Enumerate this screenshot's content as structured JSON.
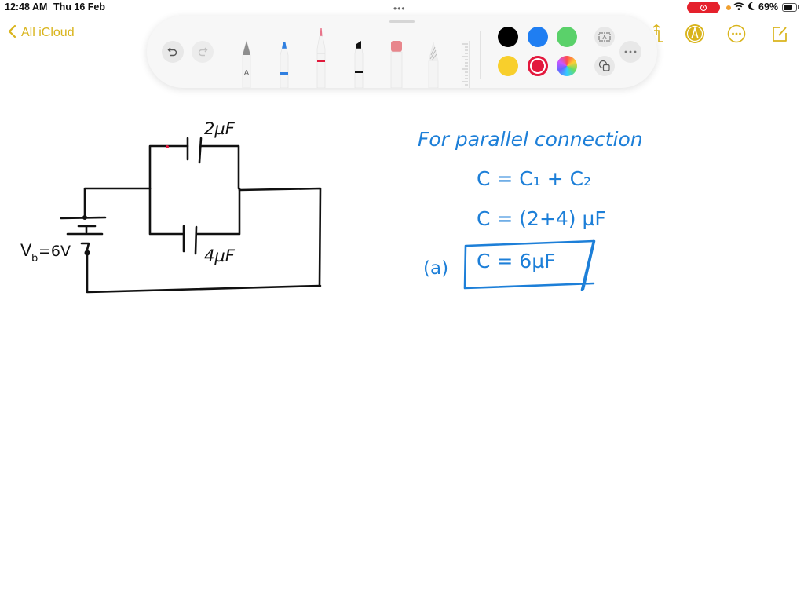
{
  "status_bar": {
    "time": "12:48 AM",
    "date": "Thu 16 Feb",
    "battery_percent": "69%",
    "multitask_indicator": "•••",
    "icons": [
      "screen-record-icon",
      "orange-privacy-dot",
      "wifi-icon",
      "moon-icon",
      "battery-icon"
    ]
  },
  "nav": {
    "back_label": "All iCloud",
    "back_icon": "chevron-left-icon",
    "right_icons": [
      "share-icon",
      "markup-pen-icon",
      "more-icon",
      "compose-icon"
    ],
    "accent_color": "#d9b41c"
  },
  "toolbar": {
    "undo_icon": "undo-icon",
    "redo_icon": "redo-icon",
    "tools": [
      {
        "name": "pen",
        "label": "A",
        "band_color": ""
      },
      {
        "name": "marker-blue",
        "band_color": "#2f7fe0"
      },
      {
        "name": "fineliner-red",
        "band_color": "#e01a3c"
      },
      {
        "name": "highlighter-black",
        "band_color": "#111111"
      },
      {
        "name": "eraser",
        "band_color": "#e8868c"
      },
      {
        "name": "pencil",
        "band_color": ""
      },
      {
        "name": "ruler",
        "band_color": ""
      }
    ],
    "colors": [
      {
        "name": "black",
        "hex": "#000000"
      },
      {
        "name": "blue",
        "hex": "#1f7ef2"
      },
      {
        "name": "green",
        "hex": "#5ad16a"
      },
      {
        "name": "yellow",
        "hex": "#f8cf2c"
      },
      {
        "name": "red",
        "hex": "#e3183d",
        "selected": true
      },
      {
        "name": "multicolor",
        "hex": "conic"
      }
    ],
    "text_box_icon": "text-box-icon",
    "shapes_icon": "shapes-icon",
    "more_icon": "more-icon"
  },
  "drawing": {
    "circuit": {
      "capacitor_top_label": "2µF",
      "capacitor_bottom_label": "4µF",
      "battery_label": "V",
      "battery_subscript": "b",
      "battery_value": "=6V"
    },
    "solution": {
      "heading": "For parallel connection",
      "line1": "C = C₁ + C₂",
      "line2": "C = (2+4) µF",
      "answer_prefix": "(a)",
      "answer": "C = 6µF",
      "ink_color": "#1d7fd8"
    }
  }
}
